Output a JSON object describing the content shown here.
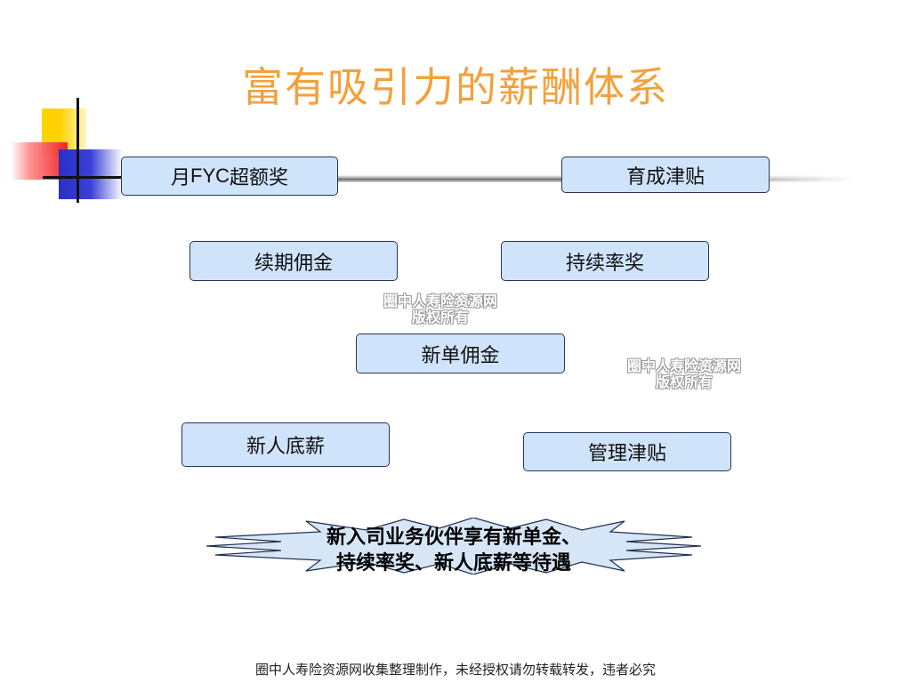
{
  "title": "富有吸引力的薪酬体系",
  "boxes": {
    "monthly_fyc": {
      "prefix": "月",
      "latin": "FYC",
      "suffix": "超额奖"
    },
    "cultivation": "育成津贴",
    "renewal_commission": "续期佣金",
    "persistency": "持续率奖",
    "new_policy_commission": "新单佣金",
    "newcomer_base": "新人底薪",
    "management": "管理津贴"
  },
  "watermark": {
    "line1": "圈中人寿险资源网",
    "line2": "版权所有"
  },
  "callout": {
    "line1": "新入司业务伙伴享有新单金、",
    "line2": "持续率奖、新人底薪等待遇"
  },
  "footer": "圈中人寿险资源网收集整理制作，未经授权请勿转载转发，违者必究",
  "colors": {
    "title": "#f4a03a",
    "box_fill": "#cfe3fa",
    "box_border": "#2a3452",
    "callout_fill": "#d7e6f7"
  }
}
